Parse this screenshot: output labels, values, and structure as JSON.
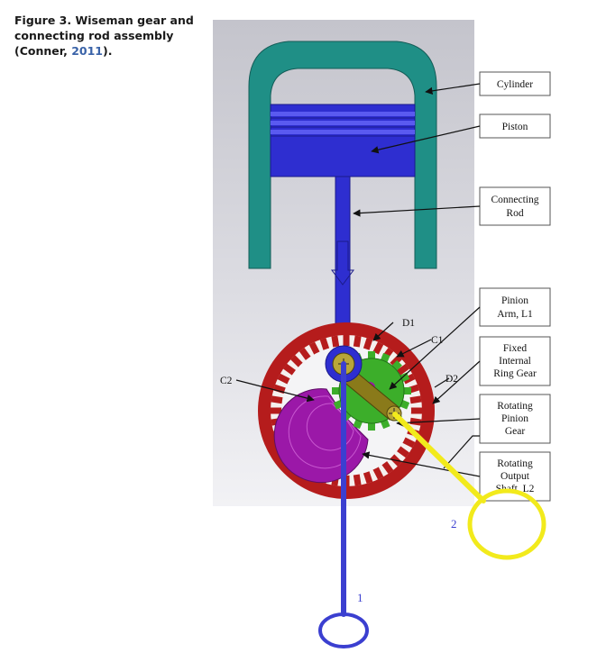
{
  "caption": {
    "text": "Figure 3. Wiseman gear and connecting rod assembly (Conner, ",
    "year": "2011",
    "close": ")."
  },
  "labels": {
    "cylinder": "Cylinder",
    "piston": "Piston",
    "connecting_rod_1": "Connecting",
    "connecting_rod_2": "Rod",
    "pinion_arm_1": "Pinion",
    "pinion_arm_2": "Arm, L1",
    "ring_gear_1": "Fixed",
    "ring_gear_2": "Internal",
    "ring_gear_3": "Ring Gear",
    "rotating_pinion_1": "Rotating",
    "rotating_pinion_2": "Pinion",
    "rotating_pinion_3": "Gear",
    "output_shaft_1": "Rotating",
    "output_shaft_2": "Output",
    "output_shaft_3": "Shaft, L2",
    "d1": "D1",
    "c1": "C1",
    "c2": "C2",
    "d2": "D2"
  },
  "annotations": {
    "mark_1": "1",
    "mark_2": "2"
  },
  "colors": {
    "background": "#ededf2",
    "cylinder": "#1f8f86",
    "piston": "#2e2ed0",
    "ring_gear": "#b51c1c",
    "pinion_gear": "#3cae2a",
    "output_gear": "#9b18a8",
    "arm": "#8a7a1a",
    "annotation_blue": "#3b3fd0",
    "annotation_yellow": "#f2ea1c"
  }
}
